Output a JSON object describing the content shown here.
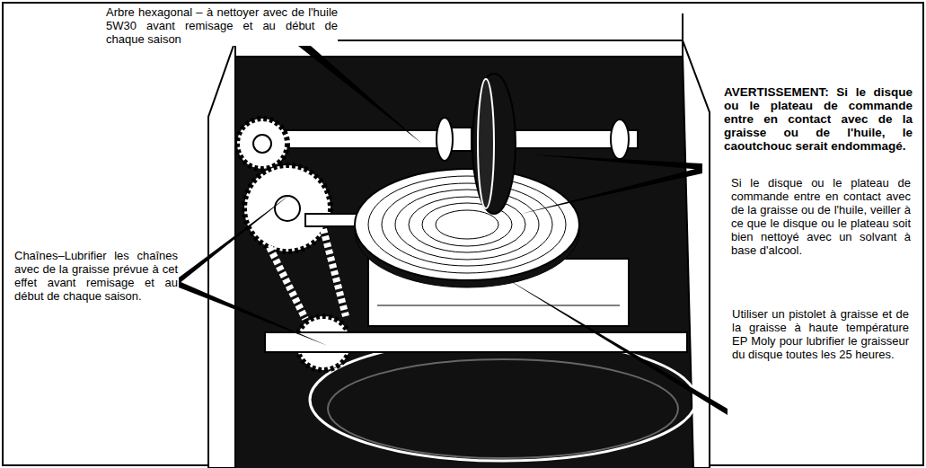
{
  "diagram": {
    "labels": [
      "Arbre hexagonal – à nettoyer avec de l'huile 5W30 avant remisage et au début de chaque saison",
      "AVERTISSEMENT: Si le disque ou le plateau de commande entre en contact avec de la graisse ou de l'huile, le caoutchouc serait endommagé.",
      "Si le disque ou le plateau de commande entre en contact avec de la graisse ou de l'huile, veiller à ce que le disque ou le plateau soit bien nettoyé avec un solvant à base d'alcool.",
      "Chaînes–Lubrifier les chaînes avec de la graisse prévue à cet effet avant remisage et au début de chaque saison.",
      "Utiliser un pistolet à graisse et de la graisse à haute température EP Moly pour lubrifier le graisseur du disque toutes les 25 heures."
    ]
  }
}
